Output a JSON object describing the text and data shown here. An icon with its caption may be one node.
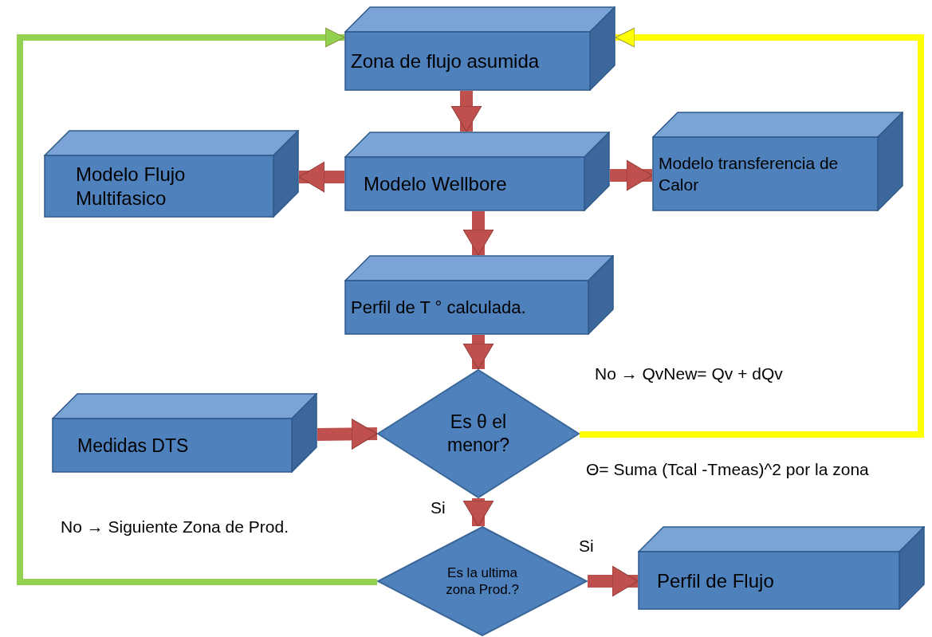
{
  "diagram": {
    "nodes": [
      {
        "text": [
          "Zona de flujo asumida"
        ]
      },
      {
        "text": [
          "Modelo Wellbore"
        ]
      },
      {
        "text": [
          "Modelo Flujo Multifasico"
        ]
      },
      {
        "text": [
          "Modelo transferencia de Calor"
        ]
      },
      {
        "text": [
          "Perfil de T ° calculada."
        ]
      },
      {
        "text": [
          "Medidas DTS"
        ]
      },
      {
        "text": [
          "Es θ el menor?"
        ]
      },
      {
        "text": [
          "Es la ultima zona Prod.?"
        ]
      },
      {
        "text": [
          "Perfil de Flujo"
        ]
      }
    ],
    "edges": [
      {
        "from": 0,
        "to": 1,
        "arrow": "to"
      },
      {
        "from": 1,
        "to": 2,
        "arrow": "to"
      },
      {
        "from": 1,
        "to": 3,
        "arrow": "to"
      },
      {
        "from": 1,
        "to": 4,
        "arrow": "to"
      },
      {
        "from": 4,
        "to": 6,
        "arrow": "to"
      },
      {
        "from": 5,
        "to": 6,
        "arrow": "to"
      },
      {
        "from": 6,
        "to": 7,
        "arrow": "to",
        "label": "Si"
      },
      {
        "from": 7,
        "to": 8,
        "arrow": "to",
        "label": "Si"
      },
      {
        "from": 6,
        "to": 0,
        "arrow": "to",
        "label": "No → QvNew= Qv + dQv",
        "color": "#ffff00"
      },
      {
        "from": 7,
        "to": 0,
        "arrow": "to",
        "label": "No → Siguiente Zona de Prod.",
        "color": "#92d050"
      }
    ],
    "labels": [
      "Θ= Suma (Tcal -Tmeas)^2 por la zona"
    ]
  }
}
